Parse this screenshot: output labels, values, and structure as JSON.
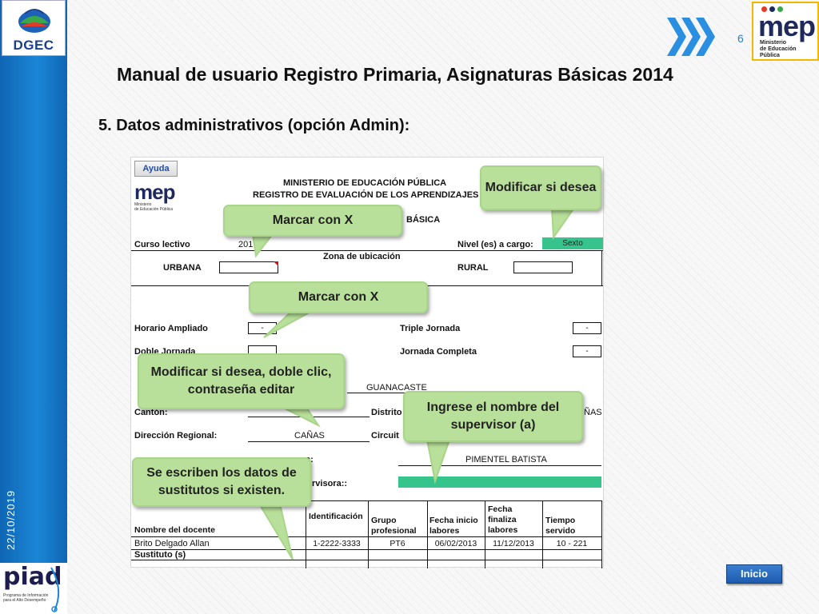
{
  "slide": {
    "page_number": "6",
    "title": "Manual de usuario Registro Primaria, Asignaturas Básicas 2014",
    "section": "5. Datos administrativos (opción Admin):",
    "date": "22/10/2019",
    "inicio_label": "Inicio"
  },
  "logos": {
    "dgec": "DGEC",
    "mep": "mep",
    "mep_subtitle": [
      "Ministerio",
      "de Educación Pública"
    ],
    "piad": "piad",
    "piad_subtitle": [
      "Programa de Información",
      "para el Alto Desempeño"
    ]
  },
  "form": {
    "ayuda_label": "Ayuda",
    "header_line1": "MINISTERIO DE EDUCACIÓN PÚBLICA",
    "header_line2": "REGISTRO DE EVALUACIÓN DE LOS APRENDIZAJES",
    "header_line3": "BÁSICA",
    "curso_lectivo_label": "Curso lectivo",
    "curso_lectivo_value": "201",
    "nivel_label": "Nivel (es) a cargo:",
    "nivel_value": "Sexto",
    "zona_label": "Zona de ubicación",
    "urbana_label": "URBANA",
    "rural_label": "RURAL",
    "horario_ampliado_label": "Horario Ampliado",
    "horario_ampliado_value": "-",
    "triple_jornada_label": "Triple Jornada",
    "triple_jornada_value": "-",
    "doble_jornada_label": "Doble Jornada",
    "jornada_completa_label": "Jornada Completa",
    "jornada_completa_value": "-",
    "provincia_value": "GUANACASTE",
    "canton_label": "Cantón:",
    "distrito_label": "Distrito",
    "distrito_value": "ÑAS",
    "direccion_label": "Dirección Regional:",
    "direccion_value": "CAÑAS",
    "circuito_label": "Circuit",
    "director_label_tail": "a:",
    "director_value": "PIMENTEL BATISTA",
    "director_value_prefix": "C",
    "supervisora_label_tail": "rvisora::",
    "table": {
      "headers": [
        "Nombre del docente",
        "Identificación",
        "Grupo profesional",
        "Fecha inicio labores",
        "Fecha finaliza labores",
        "Tiempo servido"
      ],
      "rows": [
        [
          "Brito Delgado Allan",
          "1-2222-3333",
          "PT6",
          "06/02/2013",
          "11/12/2013",
          "10 - 221"
        ]
      ],
      "sustituto_label": "Sustituto (s)"
    }
  },
  "callouts": {
    "modificar_si_desea": "Modificar si desea",
    "marcar_con_x_1": "Marcar con X",
    "marcar_con_x_2": "Marcar con X",
    "modificar_doble_clic": "Modificar si desea, doble clic, contraseña editar",
    "ingrese_supervisor": "Ingrese el nombre del supervisor (a)",
    "sustitutos": "Se escriben los datos de sustitutos si existen."
  },
  "colors": {
    "sidebar_blue": "#1b86d6",
    "callout_green": "#b8e09a",
    "cell_green": "#36c48c",
    "chevron_blue": "#2a8fe0"
  }
}
